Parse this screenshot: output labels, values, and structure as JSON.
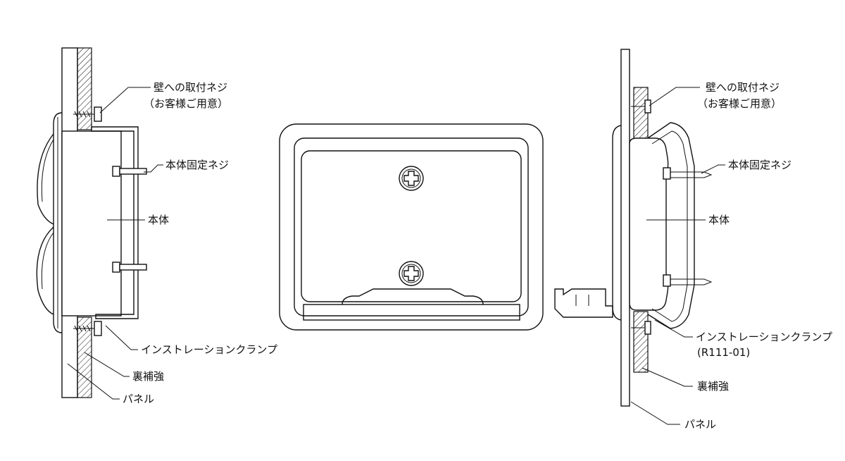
{
  "left_view": {
    "wall_screw": [
      "壁への取付ネジ",
      "（お客様ご用意）"
    ],
    "body_screw": "本体固定ネジ",
    "body": "本体",
    "clamp": "インストレーションクランプ",
    "back_reinforcement": "裏補強",
    "panel": "パネル"
  },
  "right_view": {
    "wall_screw": [
      "壁への取付ネジ",
      "（お客様ご用意）"
    ],
    "body_screw": "本体固定ネジ",
    "body": "本体",
    "clamp": [
      "インストレーションクランプ",
      "(R111-01)"
    ],
    "back_reinforcement": "裏補強",
    "panel": "パネル"
  }
}
